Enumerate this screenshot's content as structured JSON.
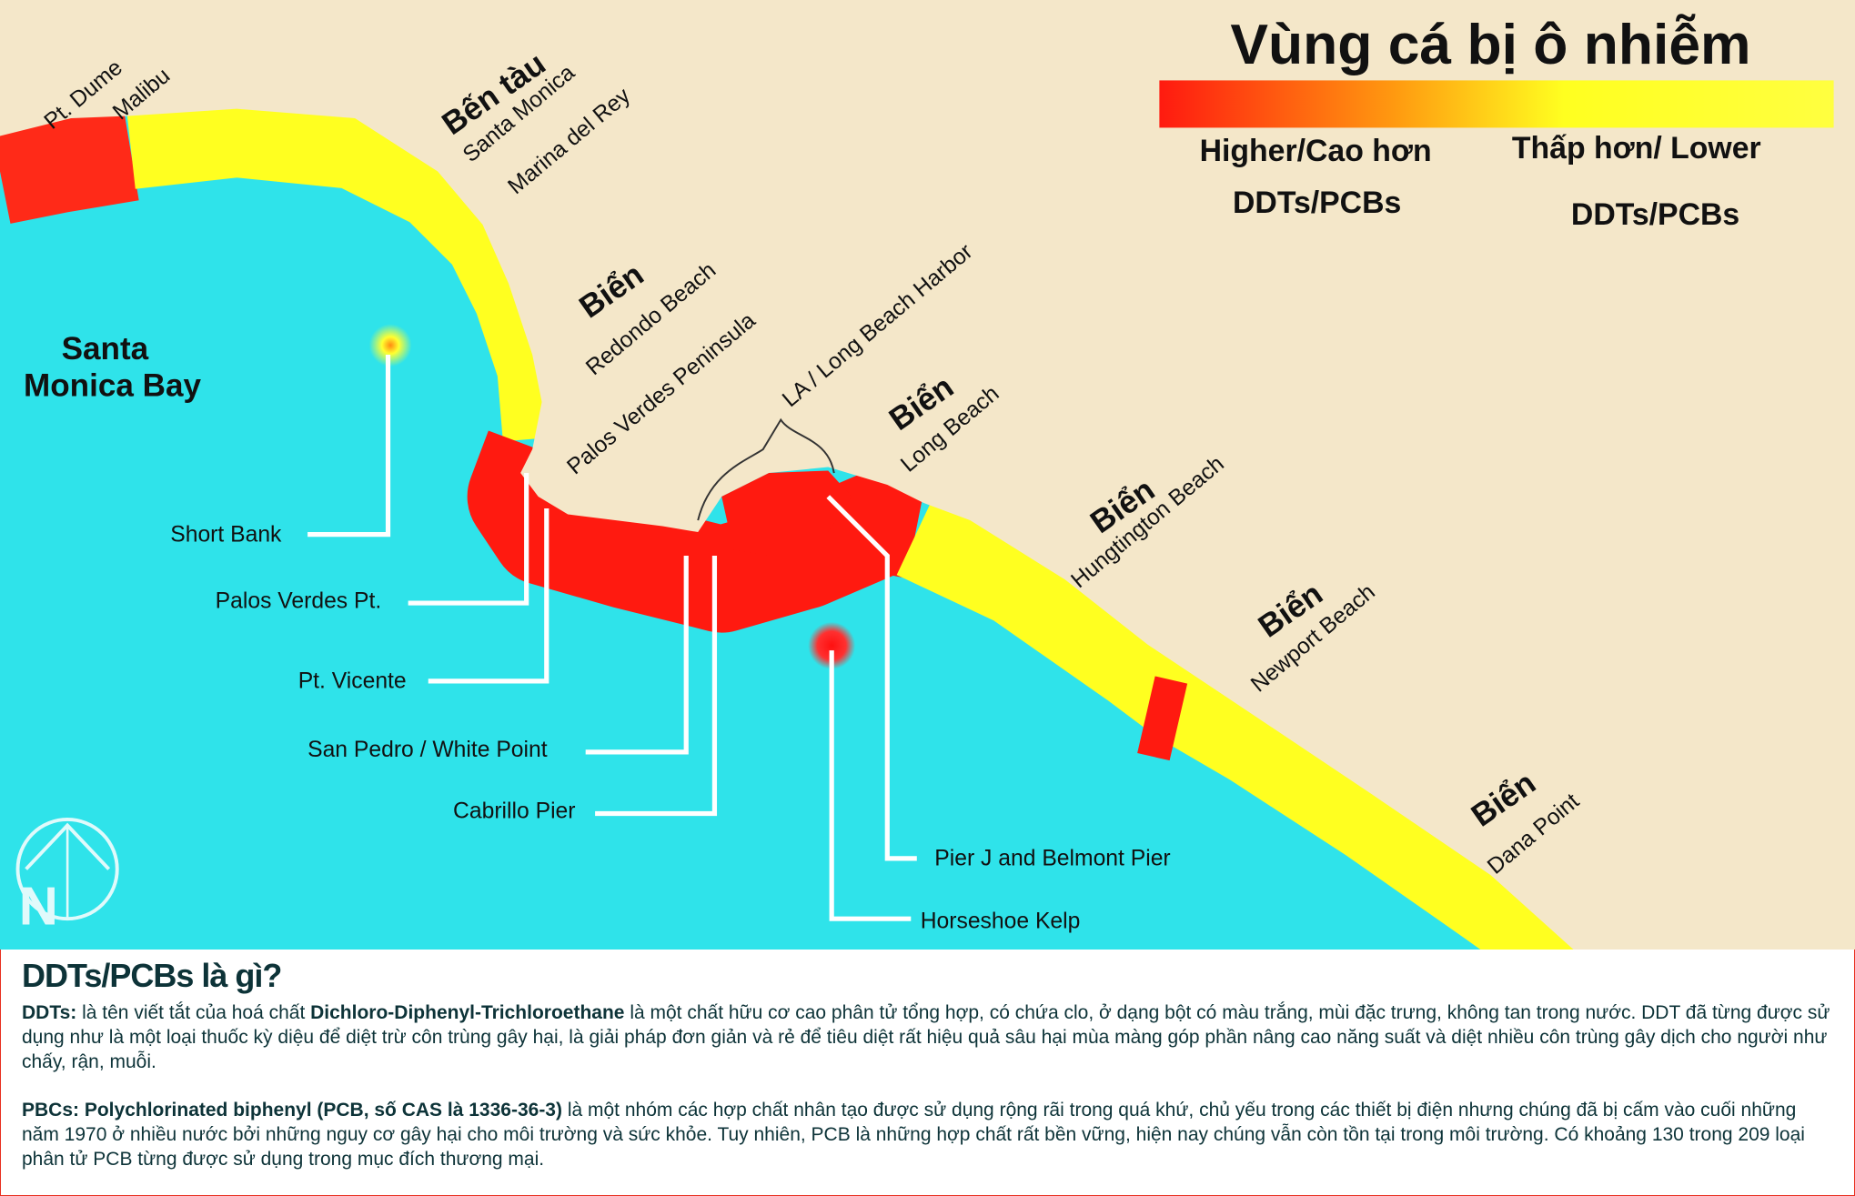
{
  "legend": {
    "title": "Vùng cá bị ô nhiễm",
    "higher_label": "Higher/Cao hơn",
    "higher_sub": "DDTs/PCBs",
    "lower_label": "Thấp hơn/ Lower",
    "lower_sub": "DDTs/PCBs",
    "colors": {
      "high": "#ff1a10",
      "mid": "#ff9a10",
      "low": "#ffff20"
    }
  },
  "map": {
    "bay_name_line1": "Santa",
    "bay_name_line2": "Monica Bay",
    "coast_labels": [
      "Pt. Dume",
      "Malibu",
      "Santa Monica",
      "Marina del Rey",
      "Redondo Beach",
      "Palos Verdes Peninsula",
      "LA / Long Beach Harbor",
      "Long Beach",
      "Hungtington Beach",
      "Newport Beach",
      "Dana Point"
    ],
    "beach_labels": [
      "Bến tàu",
      "Biển",
      "Biển",
      "Biển",
      "Biển",
      "Biển"
    ],
    "sites": [
      "Short Bank",
      "Palos Verdes Pt.",
      "Pt. Vicente",
      "San Pedro / White Point",
      "Cabrillo Pier",
      "Pier J and Belmont Pier",
      "Horseshoe Kelp"
    ],
    "north_label": "N",
    "colors": {
      "ocean": "#2fe3ea",
      "land": "#f4e7c9"
    }
  },
  "info": {
    "title": "DDTs/PCBs là gì?",
    "ddt_term": "DDTs:",
    "ddt_t1": " là tên viết tắt của hoá chất ",
    "ddt_name": "Dichloro-Diphenyl-Trichloroethane",
    "ddt_t2": " là một chất hữu cơ cao phân tử tổng hợp, có chứa clo, ở dạng bột có màu trắng, mùi đặc trưng, không tan trong nước. DDT đã từng được sử dụng như là một loại thuốc kỳ diệu để diệt trừ côn trùng gây hại, là giải pháp đơn giản và rẻ để tiêu diệt rất hiệu quả sâu hại mùa màng góp phần nâng cao năng suất và diệt nhiều côn trùng gây dịch cho người như chấy, rận, muỗi.",
    "pcb_term": "PBCs: Polychlorinated biphenyl (PCB, số CAS là 1336-36-3)",
    "pcb_text": " là một nhóm các hợp chất nhân tạo được sử dụng rộng rãi trong quá khứ, chủ yếu trong các thiết bị điện nhưng chúng đã bị cấm vào cuối những năm 1970 ở nhiều nước bởi những nguy cơ gây hại cho môi trường và sức khỏe. Tuy nhiên, PCB là những hợp chất rất bền vững, hiện nay chúng vẫn còn tồn tại trong môi trường. Có khoảng 130 trong 209 loại phân tử PCB từng được sử dụng trong mục đích thương mại."
  }
}
